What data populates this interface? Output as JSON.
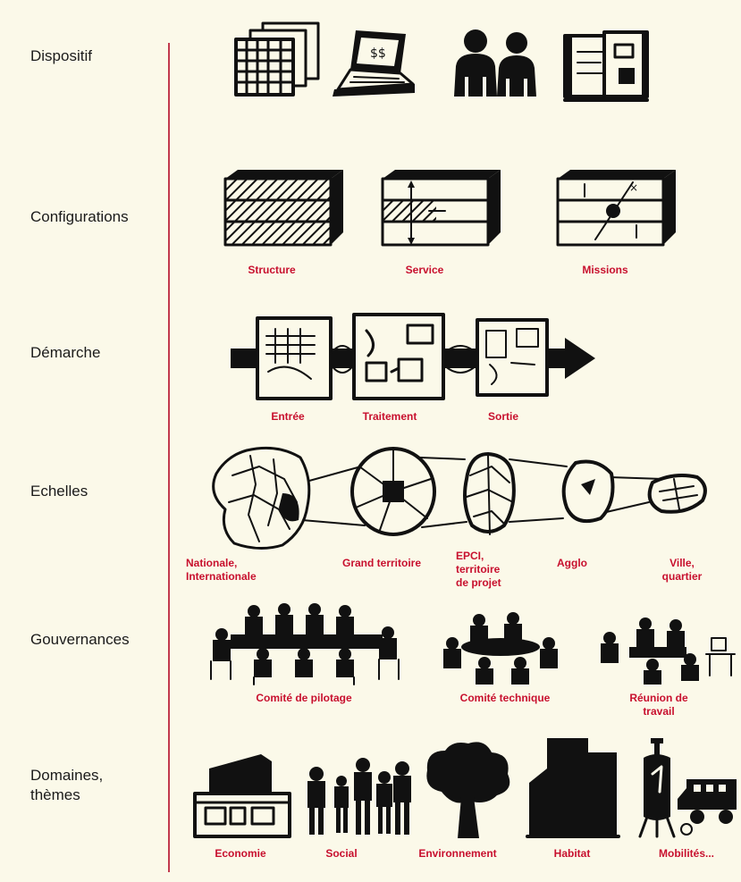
{
  "rows": {
    "dispositif": "Dispositif",
    "configurations": "Configurations",
    "demarche": "Démarche",
    "echelles": "Echelles",
    "gouvernances": "Gouvernances",
    "domaines": "Domaines,\nthèmes"
  },
  "configurations": {
    "structure": "Structure",
    "service": "Service",
    "missions": "Missions"
  },
  "demarche": {
    "entree": "Entrée",
    "traitement": "Traitement",
    "sortie": "Sortie"
  },
  "echelles": {
    "nationale": "Nationale,\nInternationale",
    "grand_territoire": "Grand territoire",
    "epci": "EPCI,\nterritoire\nde projet",
    "agglo": "Agglo",
    "ville": "Ville,\nquartier"
  },
  "gouvernances": {
    "comite_pilotage": "Comité de pilotage",
    "comite_technique": "Comité technique",
    "reunion_travail": "Réunion de travail"
  },
  "domaines": {
    "economie": "Economie",
    "social": "Social",
    "environnement": "Environnement",
    "habitat": "Habitat",
    "mobilites": "Mobilités..."
  },
  "colors": {
    "background": "#fbf9e9",
    "caption": "#c8102e",
    "divider": "#c23a4e",
    "ink": "#111111"
  }
}
